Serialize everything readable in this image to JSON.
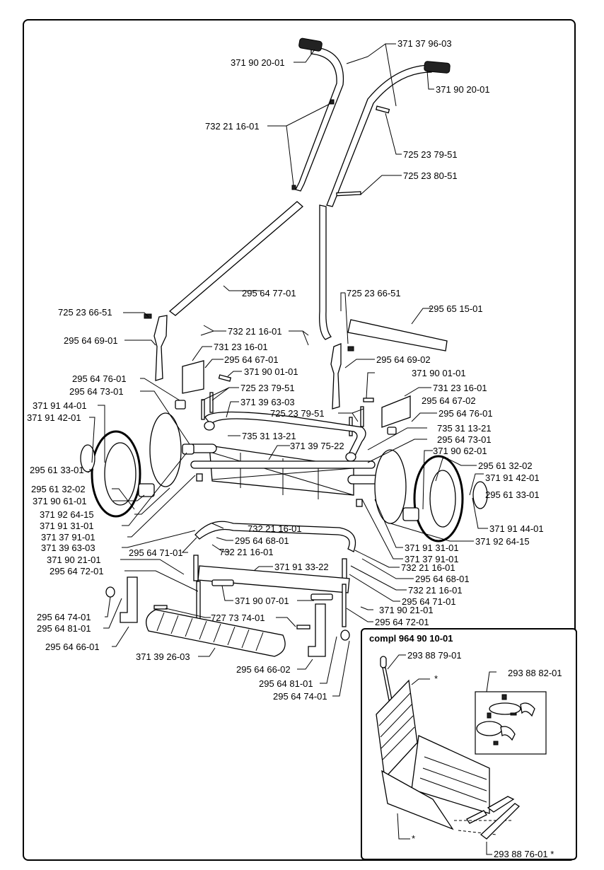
{
  "document": {
    "type": "exploded parts diagram",
    "subject": "reel lawn mower"
  },
  "inset": {
    "title": "compl 964 90 10-01"
  },
  "labels": [
    {
      "id": "l1",
      "text": "371 37 96-03"
    },
    {
      "id": "l2",
      "text": "371 90 20-01"
    },
    {
      "id": "l3",
      "text": "371 90 20-01"
    },
    {
      "id": "l4",
      "text": "732 21 16-01"
    },
    {
      "id": "l5",
      "text": "725 23 79-51"
    },
    {
      "id": "l6",
      "text": "725 23 80-51"
    },
    {
      "id": "l7",
      "text": "295 64 77-01"
    },
    {
      "id": "l8",
      "text": "725 23 66-51"
    },
    {
      "id": "l9",
      "text": "725 23 66-51"
    },
    {
      "id": "l10",
      "text": "295 65 15-01"
    },
    {
      "id": "l11",
      "text": "295 64 69-01"
    },
    {
      "id": "l12",
      "text": "732 21 16-01"
    },
    {
      "id": "l13",
      "text": "731 23 16-01"
    },
    {
      "id": "l14",
      "text": "295 64 67-01"
    },
    {
      "id": "l15",
      "text": "295 64 69-02"
    },
    {
      "id": "l16",
      "text": "371 90 01-01"
    },
    {
      "id": "l17",
      "text": "371 90 01-01"
    },
    {
      "id": "l18",
      "text": "295 64 76-01"
    },
    {
      "id": "l19",
      "text": "295 64 73-01"
    },
    {
      "id": "l20",
      "text": "725 23 79-51"
    },
    {
      "id": "l21",
      "text": "731 23 16-01"
    },
    {
      "id": "l22",
      "text": "371 39 63-03"
    },
    {
      "id": "l23",
      "text": "295 64 67-02"
    },
    {
      "id": "l24",
      "text": "371 91 44-01"
    },
    {
      "id": "l25",
      "text": "371 91 42-01"
    },
    {
      "id": "l26",
      "text": "725 23 79-51"
    },
    {
      "id": "l27",
      "text": "295 64 76-01"
    },
    {
      "id": "l28",
      "text": "735 31 13-21"
    },
    {
      "id": "l29",
      "text": "735 31 13-21"
    },
    {
      "id": "l30",
      "text": "371 39 75-22"
    },
    {
      "id": "l31",
      "text": "295 64 73-01"
    },
    {
      "id": "l32",
      "text": "295 61 33-01"
    },
    {
      "id": "l33",
      "text": "371 90 62-01"
    },
    {
      "id": "l34",
      "text": "295 61 32-02"
    },
    {
      "id": "l35",
      "text": "295 61 32-02"
    },
    {
      "id": "l36",
      "text": "371 91 42-01"
    },
    {
      "id": "l37",
      "text": "371 90 61-01"
    },
    {
      "id": "l38",
      "text": "295 61 33-01"
    },
    {
      "id": "l39",
      "text": "371 92 64-15"
    },
    {
      "id": "l40",
      "text": "371 91 31-01"
    },
    {
      "id": "l41",
      "text": "371 91 44-01"
    },
    {
      "id": "l42",
      "text": "371 37 91-01"
    },
    {
      "id": "l43",
      "text": "732 21 16-01"
    },
    {
      "id": "l44",
      "text": "371 92 64-15"
    },
    {
      "id": "l45",
      "text": "371 39 63-03"
    },
    {
      "id": "l46",
      "text": "295 64 68-01"
    },
    {
      "id": "l47",
      "text": "371 91 31-01"
    },
    {
      "id": "l48",
      "text": "295 64 71-01"
    },
    {
      "id": "l49",
      "text": "732 21 16-01"
    },
    {
      "id": "l50",
      "text": "371 37 91-01"
    },
    {
      "id": "l51",
      "text": "371 90 21-01"
    },
    {
      "id": "l52",
      "text": "732 21 16-01"
    },
    {
      "id": "l53",
      "text": "295 64 72-01"
    },
    {
      "id": "l54",
      "text": "371 91 33-22"
    },
    {
      "id": "l55",
      "text": "295 64 68-01"
    },
    {
      "id": "l56",
      "text": "732 21 16-01"
    },
    {
      "id": "l57",
      "text": "371 90 07-01"
    },
    {
      "id": "l58",
      "text": "295 64 71-01"
    },
    {
      "id": "l59",
      "text": "295 64 74-01"
    },
    {
      "id": "l60",
      "text": "371 90 21-01"
    },
    {
      "id": "l61",
      "text": "727 73 74-01"
    },
    {
      "id": "l62",
      "text": "295 64 72-01"
    },
    {
      "id": "l63",
      "text": "295 64 81-01"
    },
    {
      "id": "l64",
      "text": "295 64 66-01"
    },
    {
      "id": "l65",
      "text": "371 39 26-03"
    },
    {
      "id": "l66",
      "text": "295 64 66-02"
    },
    {
      "id": "l67",
      "text": "295 64 81-01"
    },
    {
      "id": "l68",
      "text": "295 64 74-01"
    },
    {
      "id": "i1",
      "text": "293 88 79-01"
    },
    {
      "id": "i2",
      "text": "*"
    },
    {
      "id": "i3",
      "text": "293 88 82-01"
    },
    {
      "id": "i4",
      "text": "*"
    },
    {
      "id": "i5",
      "text": "293 88 76-01 *"
    }
  ]
}
